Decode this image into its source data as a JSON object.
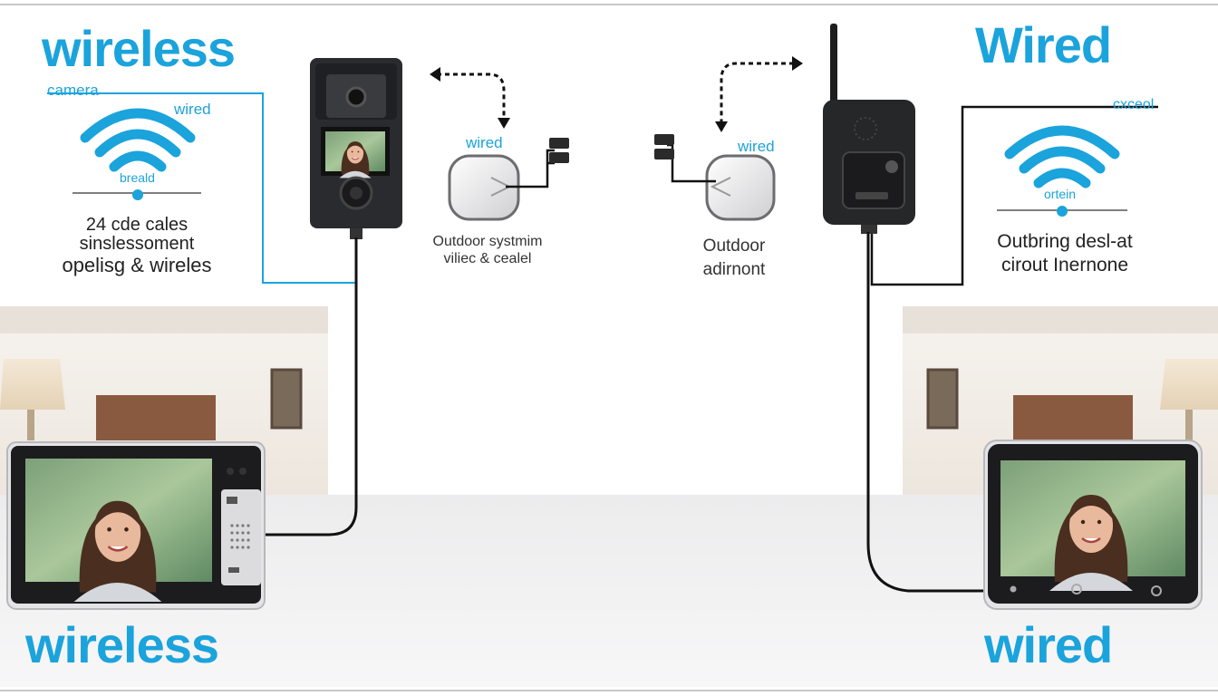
{
  "colors": {
    "accent": "#1ba3dc",
    "wire": "#111111",
    "device_body": "#2a2b2e",
    "screen_frame": "#1c1c1e",
    "wall": "#f1ece6",
    "floor": "#e9e9ea"
  },
  "left_panel": {
    "title_top": "wireless",
    "camera_label": "camera",
    "wired_label": "wired",
    "break_label": "breald",
    "description": [
      "24 cde cales",
      "sinslessoment",
      "opelisg & wireles"
    ],
    "bottom_title": "wireless",
    "icons": [
      "wifi-icon",
      "doorbell-camera-icon",
      "indoor-monitor-icon",
      "lamp-icon"
    ]
  },
  "center": {
    "left_wired_label": "wired",
    "left_caption": [
      "Outdoor systmim",
      "viliec & cealel"
    ],
    "right_wired_label": "wired",
    "right_caption": [
      "Outdoor",
      "adirnont"
    ],
    "icons": [
      "curved-arrow-icon",
      "connector-box-icon",
      "plug-icon"
    ]
  },
  "right_panel": {
    "title_top": "Wired",
    "excel_label": "cxceol",
    "ortein_label": "ortein",
    "description": [
      "Outbring desl-at",
      "cirout Inernone"
    ],
    "bottom_title": "wired",
    "icons": [
      "wifi-icon",
      "router-unit-icon",
      "antenna-icon",
      "indoor-monitor-icon",
      "lamp-icon"
    ]
  }
}
